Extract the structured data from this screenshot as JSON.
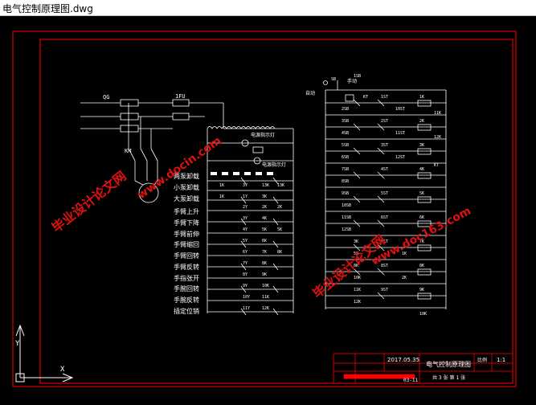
{
  "window": {
    "title": "电气控制原理图.dwg"
  },
  "left_circuit": {
    "breaker_label": "QG",
    "fuse_label": "1FU",
    "motor_label": "KM",
    "branch_labels": [
      "两泵卸载",
      "小泵卸载",
      "大泵卸载",
      "手臂上升",
      "手臂下降",
      "手臂前伸",
      "手臂缩回",
      "手臂回转",
      "手臂反转",
      "手指张开",
      "手腕回转",
      "手腕反转",
      "插定位销"
    ],
    "contacts": [
      "1K",
      "3Y",
      "1K",
      "1Y",
      "2Y",
      "3Y",
      "4Y",
      "5Y",
      "6Y",
      "7Y",
      "8Y",
      "9Y",
      "10Y",
      "11Y",
      "13K",
      "3K",
      "2K",
      "4K",
      "5K",
      "6K",
      "7K",
      "8K",
      "9K",
      "10K",
      "11K",
      "12K",
      "13K",
      "2K",
      "5K",
      "8K"
    ],
    "lamp_labels": [
      "电源指示灯",
      "电源指示灯"
    ]
  },
  "right_circuit": {
    "labels": [
      "SB",
      "1SB",
      "自动",
      "手动"
    ],
    "relays": [
      "1K",
      "2K",
      "3K",
      "4K",
      "5K",
      "6K",
      "7K",
      "8K",
      "9K",
      "10K",
      "11K",
      "12K"
    ],
    "switches": [
      "1ST",
      "2ST",
      "3ST",
      "4ST",
      "5ST",
      "6ST",
      "7ST",
      "8ST",
      "9ST",
      "10ST",
      "11ST",
      "12ST",
      "KT"
    ],
    "contacts": [
      "KT",
      "2SB",
      "3SB",
      "4SB",
      "5SB",
      "6SB",
      "7SB",
      "8SB",
      "9SB",
      "10SB",
      "11SB",
      "12SB",
      "3K",
      "5K",
      "8K",
      "10K",
      "11K",
      "12K",
      "1K",
      "2K"
    ]
  },
  "watermarks": {
    "site": "www.docin.com",
    "text": "毕业设计论文网",
    "site2": "www.doc163.com"
  },
  "title_block": {
    "date": "2017.05.35",
    "drawing_name": "电气控制原理图",
    "scale_label": "比例",
    "scale": "1:1",
    "sheet": "共 3 张 第 1 张",
    "code": "03-11"
  },
  "colors": {
    "frame": "#ff0000",
    "lines": "#ffffff",
    "text": "#ffffff",
    "watermark": "#e01010",
    "title_bg": "#000000"
  }
}
